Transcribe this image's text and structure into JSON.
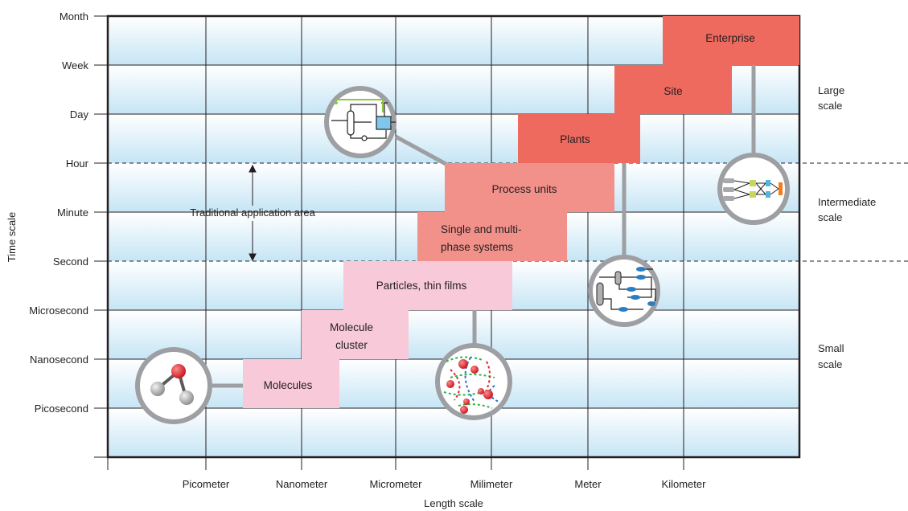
{
  "axes": {
    "x_title": "Length scale",
    "y_title": "Time scale",
    "x_ticks": [
      "Picometer",
      "Nanometer",
      "Micrometer",
      "Milimeter",
      "Meter",
      "Kilometer"
    ],
    "y_ticks": [
      "Month",
      "Week",
      "Day",
      "Hour",
      "Minute",
      "Second",
      "Microsecond",
      "Nanosecond",
      "Picosecond"
    ]
  },
  "scale_bands": {
    "large": [
      "Large",
      "scale"
    ],
    "intermediate": [
      "Intermediate",
      "scale"
    ],
    "small": [
      "Small",
      "scale"
    ]
  },
  "traditional_area_label": "Traditional application area",
  "blocks": {
    "enterprise": "Enterprise",
    "site": "Site",
    "plants": "Plants",
    "process_units": "Process units",
    "single_multi": [
      "Single and multi-",
      "phase systems"
    ],
    "particles": "Particles, thin films",
    "molecule_cluster": [
      "Molecule",
      "cluster"
    ],
    "molecules": "Molecules"
  },
  "colors": {
    "red_block": "#ef6a5e",
    "salmon_block": "#f2918a",
    "pink_block": "#f7c9d9",
    "grid_line": "#231f20",
    "connector": "#9d9fa2",
    "band_top": "#ffffff",
    "band_bottom": "#c9e6f5"
  }
}
